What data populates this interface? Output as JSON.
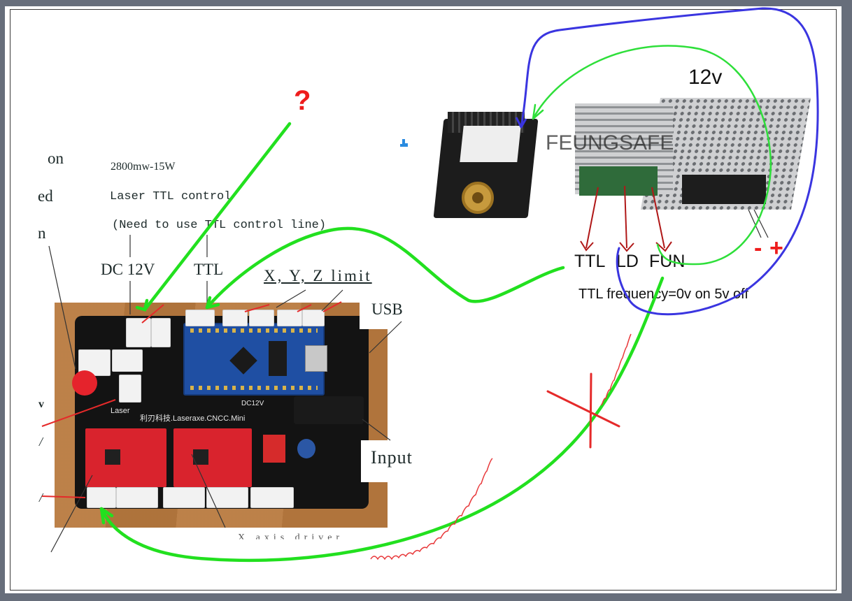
{
  "canvas": {
    "background_color": "#676e7b",
    "paper_color": "#ffffff"
  },
  "left_diagram": {
    "cropped_side_labels": [
      "on",
      "ed",
      "n",
      "v",
      "/",
      "/"
    ],
    "laser_spec": {
      "power": "2800mw-15W",
      "control": "Laser TTL control",
      "note": "(Need to use TTL control line)"
    },
    "port_labels": {
      "dc": "DC 12V",
      "ttl": "TTL",
      "limits": "X, Y, Z limit",
      "usb": "USB",
      "input": "Input",
      "axis_driver_cropped": "X  axis driver"
    },
    "board_silkscreen": {
      "laser": "Laser",
      "dc": "DC12V",
      "name": "利刃科技.Laseraxe.CNCC.Mini"
    }
  },
  "right_diagram": {
    "voltage_label": "12v",
    "watermark": "FEUNGSAFE",
    "connectors": [
      "TTL",
      "LD",
      "FUN"
    ],
    "polarity": {
      "minus": "-",
      "plus": "+"
    },
    "ttl_note": "TTL frequency=0v on 5v off"
  },
  "annotations": {
    "question_mark": "?",
    "colors": {
      "green": "#22e01f",
      "blue": "#3a35e0",
      "red": "#e52a2a",
      "dark_red": "#b01818"
    }
  }
}
